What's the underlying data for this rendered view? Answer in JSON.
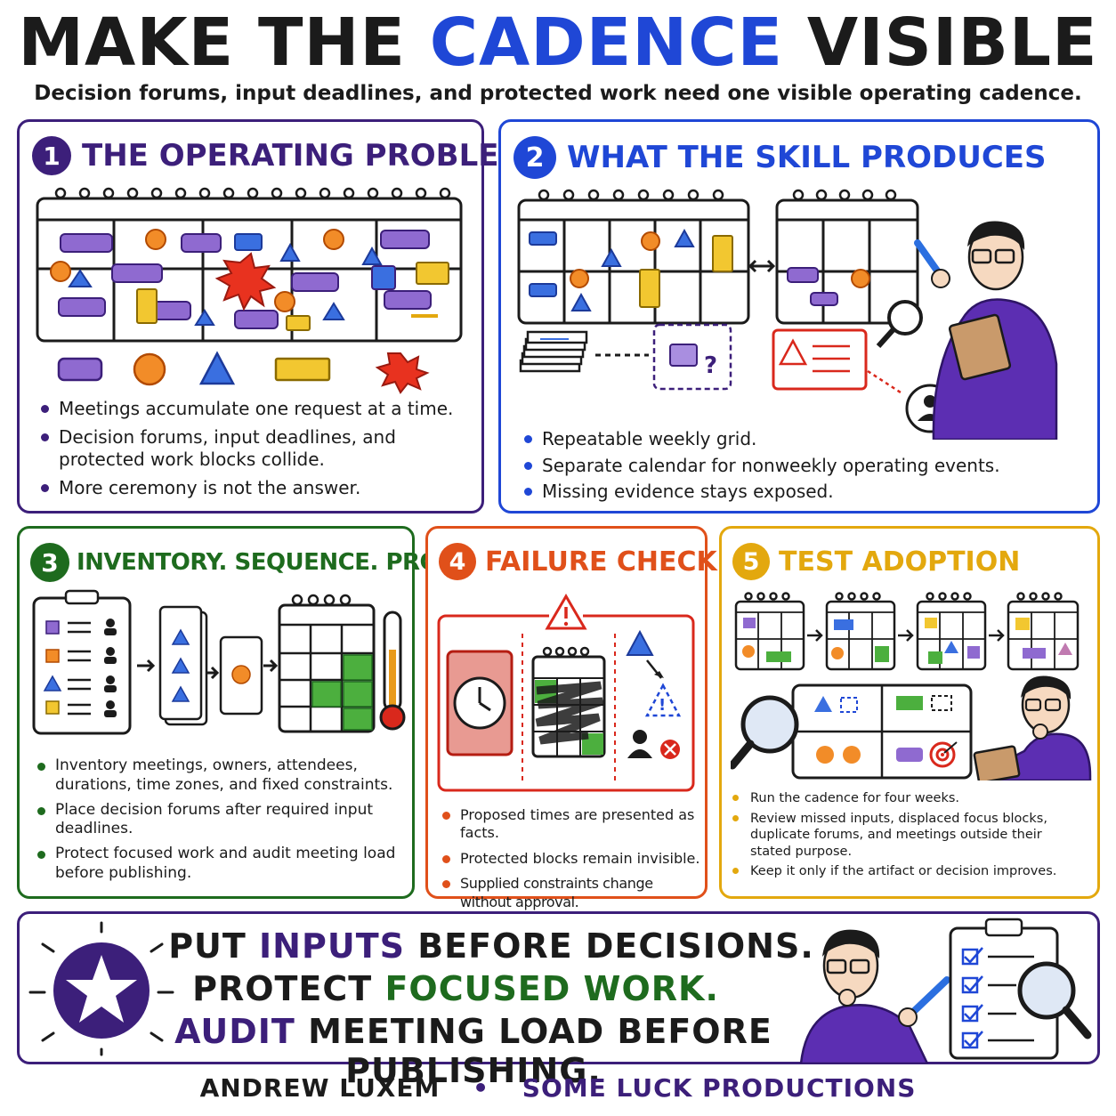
{
  "header": {
    "title_part1": "MAKE THE ",
    "title_accent": "CADENCE",
    "title_part2": " VISIBLE",
    "subtitle": "Decision forums, input deadlines, and protected work need one visible operating cadence."
  },
  "panels": [
    {
      "number": "1",
      "title": "THE OPERATING PROBLEM",
      "color": "#3c1f7a",
      "bullets": [
        "Meetings accumulate one request at a time.",
        "Decision forums, input deadlines, and protected work blocks collide.",
        "More ceremony is not the answer."
      ]
    },
    {
      "number": "2",
      "title": "WHAT THE SKILL PRODUCES",
      "color": "#1f47d6",
      "bullets": [
        "Repeatable weekly grid.",
        "Separate calendar for nonweekly operating events.",
        "Missing evidence stays exposed."
      ]
    },
    {
      "number": "3",
      "title": "INVENTORY. SEQUENCE. PROTECT.",
      "color": "#1e6b1e",
      "bullets": [
        "Inventory meetings, owners, attendees, durations, time zones, and fixed constraints.",
        "Place decision forums after required input deadlines.",
        "Protect focused work and audit meeting load before publishing."
      ]
    },
    {
      "number": "4",
      "title": "FAILURE CHECK",
      "color": "#e0501a",
      "bullets": [
        "Proposed times are presented as facts.",
        "Protected blocks remain invisible.",
        "Supplied constraints change without approval."
      ]
    },
    {
      "number": "5",
      "title": "TEST ADOPTION",
      "color": "#e3a80e",
      "bullets": [
        "Run the cadence for four weeks.",
        "Review missed inputs, displaced focus blocks, duplicate forums, and meetings outside their stated purpose.",
        "Keep it only if the artifact or decision improves."
      ]
    }
  ],
  "banner": {
    "line1_a": "PUT ",
    "line1_b": "INPUTS",
    "line1_c": " BEFORE DECISIONS.",
    "line2_a": "PROTECT ",
    "line2_b": "FOCUSED WORK.",
    "line3_a": "AUDIT",
    "line3_b": " MEETING LOAD BEFORE PUBLISHING."
  },
  "footer": {
    "author": "ANDREW LUXEM",
    "separator": "•",
    "company": "SOME LUCK PRODUCTIONS"
  },
  "colors": {
    "purple": "#3c1f7a",
    "blue": "#1f47d6",
    "green": "#1e6b1e",
    "red": "#e0501a",
    "yellow": "#e3a80e",
    "shape_purple": "#8f6ad0",
    "shape_orange": "#f28c28",
    "shape_blue": "#3a6fe0"
  }
}
